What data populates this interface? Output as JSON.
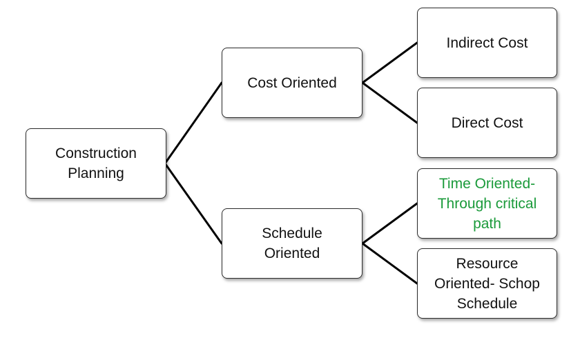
{
  "diagram": {
    "root": {
      "label": "Construction\nPlanning"
    },
    "branches": [
      {
        "label": "Cost Oriented",
        "children": [
          {
            "label": "Indirect Cost",
            "color": "#111111"
          },
          {
            "label": "Direct Cost",
            "color": "#111111"
          }
        ]
      },
      {
        "label": "Schedule\nOriented",
        "children": [
          {
            "label": "Time Oriented-\nThrough critical\npath",
            "color": "#1a9a3a"
          },
          {
            "label": "Resource\nOriented- Schop\nSchedule",
            "color": "#111111"
          }
        ]
      }
    ]
  }
}
